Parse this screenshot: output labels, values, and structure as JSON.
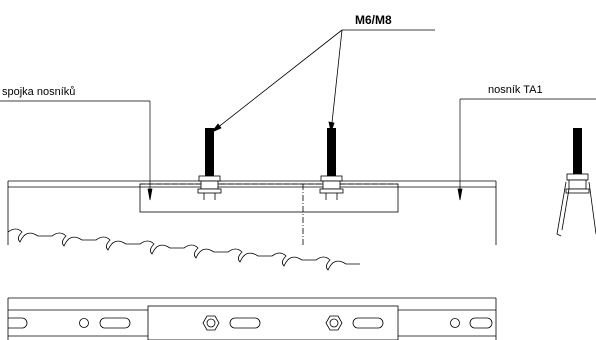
{
  "labels": {
    "bolt_size": "M6/M8",
    "joint": "spojka nosníků",
    "beam": "nosník TA1"
  },
  "colors": {
    "line": "#000000",
    "background": "#ffffff"
  }
}
